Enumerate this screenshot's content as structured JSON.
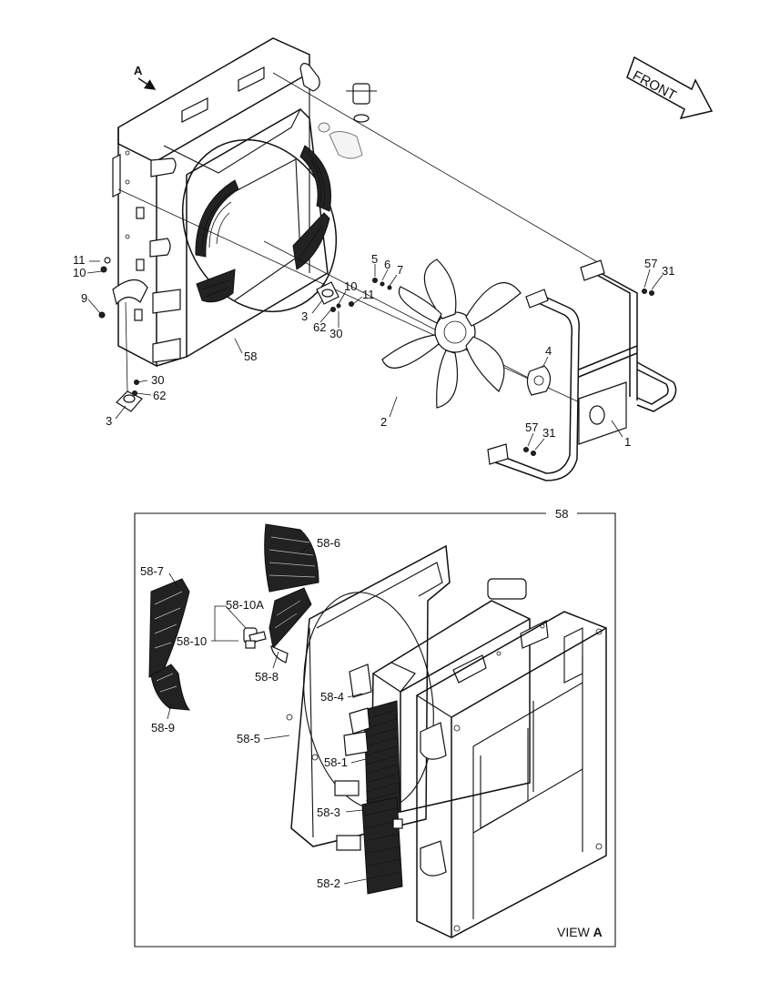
{
  "front_arrow": {
    "label": "FRONT"
  },
  "view_marker": {
    "label": "A"
  },
  "upper_callouts": [
    {
      "id": "c-11a",
      "text": "11"
    },
    {
      "id": "c-10a",
      "text": "10"
    },
    {
      "id": "c-9",
      "text": "9"
    },
    {
      "id": "c-3a",
      "text": "3"
    },
    {
      "id": "c-30a",
      "text": "30"
    },
    {
      "id": "c-62a",
      "text": "62"
    },
    {
      "id": "c-58",
      "text": "58"
    },
    {
      "id": "c-5",
      "text": "5"
    },
    {
      "id": "c-6",
      "text": "6"
    },
    {
      "id": "c-7",
      "text": "7"
    },
    {
      "id": "c-10b",
      "text": "10"
    },
    {
      "id": "c-11b",
      "text": "11"
    },
    {
      "id": "c-3b",
      "text": "3"
    },
    {
      "id": "c-62b",
      "text": "62"
    },
    {
      "id": "c-30b",
      "text": "30"
    },
    {
      "id": "c-2",
      "text": "2"
    },
    {
      "id": "c-4",
      "text": "4"
    },
    {
      "id": "c-57a",
      "text": "57"
    },
    {
      "id": "c-31a",
      "text": "31"
    },
    {
      "id": "c-57b",
      "text": "57"
    },
    {
      "id": "c-31b",
      "text": "31"
    },
    {
      "id": "c-1",
      "text": "1"
    }
  ],
  "detail_box": {
    "title": "58",
    "footer_prefix": "VIEW",
    "footer_suffix": "A",
    "callouts": [
      {
        "id": "d-58-6",
        "text": "58-6"
      },
      {
        "id": "d-58-7",
        "text": "58-7"
      },
      {
        "id": "d-58-10A",
        "text": "58-10A"
      },
      {
        "id": "d-58-10",
        "text": "58-10"
      },
      {
        "id": "d-58-8",
        "text": "58-8"
      },
      {
        "id": "d-58-4",
        "text": "58-4"
      },
      {
        "id": "d-58-9",
        "text": "58-9"
      },
      {
        "id": "d-58-5",
        "text": "58-5"
      },
      {
        "id": "d-58-1",
        "text": "58-1"
      },
      {
        "id": "d-58-3",
        "text": "58-3"
      },
      {
        "id": "d-58-2",
        "text": "58-2"
      }
    ]
  }
}
